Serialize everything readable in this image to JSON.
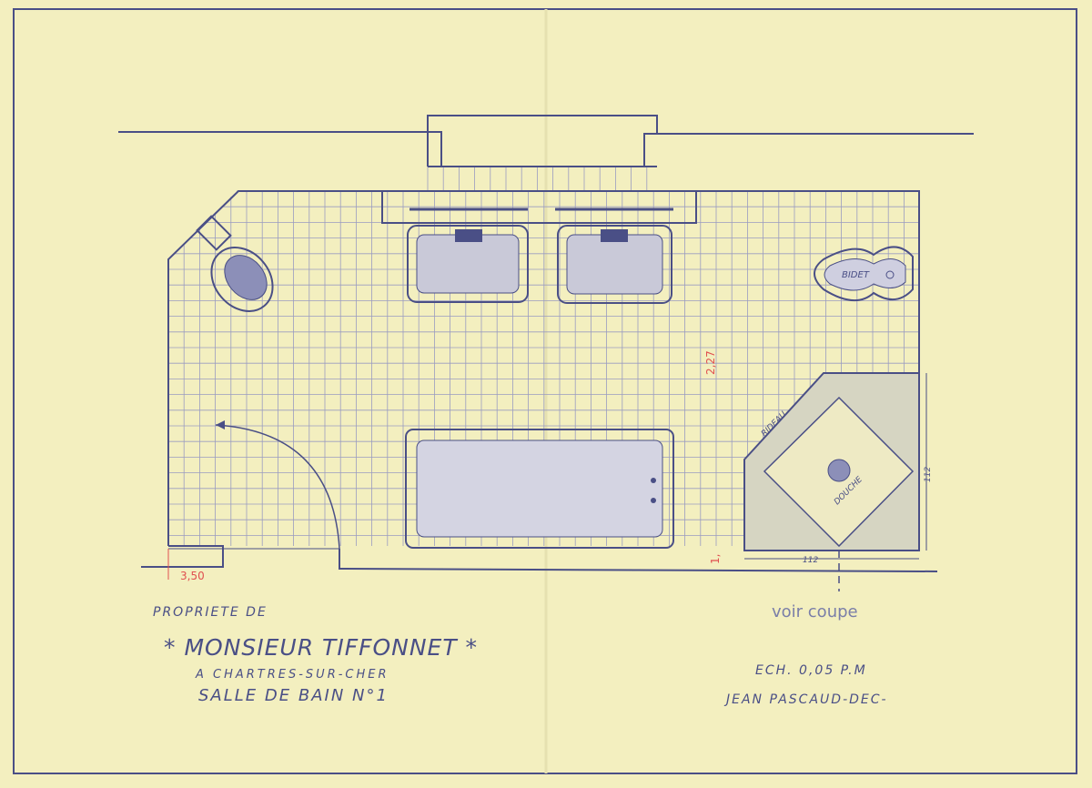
{
  "title_block": {
    "owner_prefix": "PROPRIETE DE",
    "owner_name": "* MONSIEUR TIFFONNET *",
    "location": "A CHARTRES-SUR-CHER",
    "room": "SALLE DE BAIN  N°1"
  },
  "scale_block": {
    "scale": "ECH. 0,05 P.M",
    "designer": "JEAN PASCAUD-DEC-"
  },
  "notes": {
    "section_ref": "voir coupe"
  },
  "fixtures": {
    "bidet": "BIDET",
    "shower": "DOUCHE",
    "curtain": "RIDEAU"
  },
  "dimensions": {
    "width": "3,50",
    "depth": "2,27",
    "shower_width": "112",
    "shower_depth": "112",
    "small": "1,"
  },
  "colors": {
    "paper": "#f3efbf",
    "ink": "#4a4f86",
    "red_ink": "#e05050",
    "grid": "#9a9cc0"
  }
}
